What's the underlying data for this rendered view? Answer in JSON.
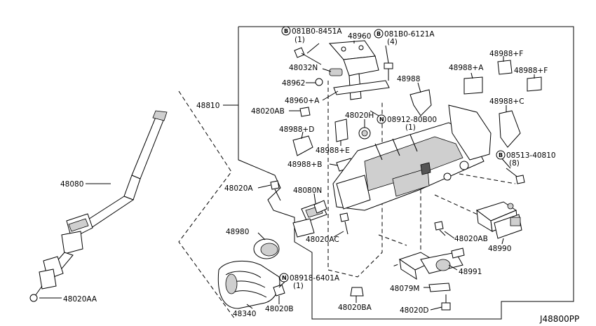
{
  "diagram_id": "J48800PP",
  "labels": {
    "l48810": "48810",
    "l48080": "48080",
    "l48020AA": "48020AA",
    "bolt1_code": "081B0-8451A",
    "bolt1_qty": "(1)",
    "bolt2_code": "081B0-6121A",
    "bolt2_qty": "(4)",
    "l48960": "48960",
    "l48032N": "48032N",
    "l48962": "48962",
    "l48960A": "48960+A",
    "l48020AB_top": "48020AB",
    "l48020H": "48020H",
    "nut1_code": "08912-80B00",
    "nut1_qty": "(1)",
    "l48988": "48988",
    "l48988A": "48988+A",
    "l48988F1": "48988+F",
    "l48988F2": "48988+F",
    "l48988C": "48988+C",
    "l48988D": "48988+D",
    "l48988E": "48988+E",
    "l48988B": "48988+B",
    "bolt3_code": "08513-40810",
    "bolt3_qty": "(8)",
    "l48020A": "48020A",
    "l48080N": "48080N",
    "l48020AC": "48020AC",
    "l48020AB_mid": "48020AB",
    "l48990": "48990",
    "l48980": "48980",
    "l48991": "48991",
    "nut2_code": "08918-6401A",
    "nut2_qty": "(1)",
    "l48079M": "48079M",
    "l48340": "48340",
    "l48020B": "48020B",
    "l48020BA": "48020BA",
    "l48020D": "48020D"
  },
  "symbols": {
    "bolt": "B",
    "nut": "N"
  }
}
